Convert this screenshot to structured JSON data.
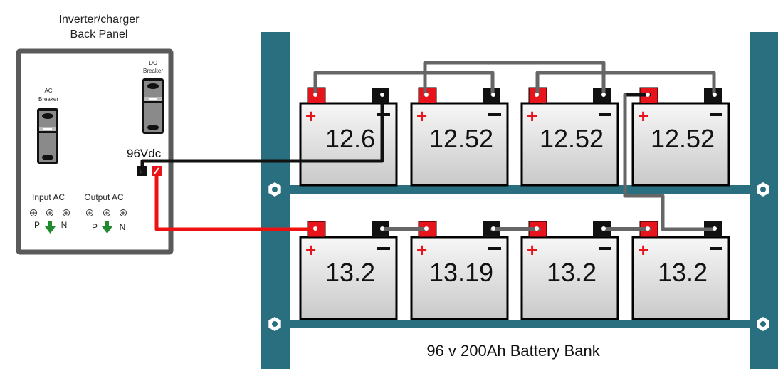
{
  "inverter": {
    "title_line1": "Inverter/charger",
    "title_line2": "Back Panel",
    "ac_breaker_line1": "AC",
    "ac_breaker_line2": "Breaker",
    "dc_breaker_line1": "DC",
    "dc_breaker_line2": "Breaker",
    "dc_terminal_label": "96Vdc",
    "input_ac_label": "Input AC",
    "output_ac_label": "Output AC",
    "terminal_labels": {
      "phase": "P",
      "neutral": "N"
    }
  },
  "battery_bank": {
    "label": "96 v 200Ah Battery Bank",
    "positive_symbol": "+",
    "negative_symbol": "−",
    "top_row": [
      {
        "voltage": "12.6"
      },
      {
        "voltage": "12.52"
      },
      {
        "voltage": "12.52"
      },
      {
        "voltage": "12.52"
      }
    ],
    "bottom_row": [
      {
        "voltage": "13.2"
      },
      {
        "voltage": "13.19"
      },
      {
        "voltage": "13.2"
      },
      {
        "voltage": "13.2"
      }
    ]
  },
  "colors": {
    "rack": "#2a6f80",
    "positive_terminal": "#e8141c",
    "negative_terminal": "#111111",
    "positive_cable": "#ee1111",
    "negative_cable": "#111111",
    "link_cable": "#666666",
    "ground_arrow": "#1f8a2e",
    "panel_border": "#5a5a5a"
  }
}
